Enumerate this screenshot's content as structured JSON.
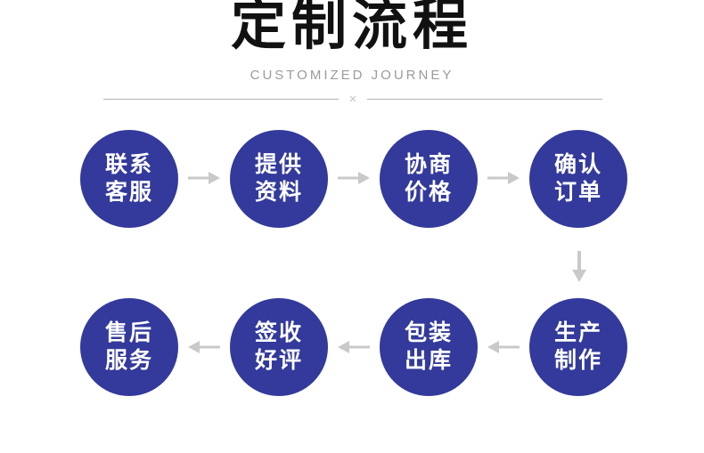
{
  "header": {
    "title": "定制流程",
    "subtitle": "CUSTOMIZED JOURNEY",
    "divider_mark": "×"
  },
  "colors": {
    "title": "#111111",
    "subtitle": "#9b9b9b",
    "divider": "#b3b3b3",
    "divider_mark": "#c2c2c2",
    "circle": "#333a9b",
    "circle_text": "#ffffff",
    "arrow": "#c9c9c9"
  },
  "flow": {
    "steps": [
      {
        "id": "contact-service",
        "line1": "联系",
        "line2": "客服"
      },
      {
        "id": "provide-materials",
        "line1": "提供",
        "line2": "资料"
      },
      {
        "id": "negotiate-price",
        "line1": "协商",
        "line2": "价格"
      },
      {
        "id": "confirm-order",
        "line1": "确认",
        "line2": "订单"
      },
      {
        "id": "production",
        "line1": "生产",
        "line2": "制作"
      },
      {
        "id": "pack-ship",
        "line1": "包装",
        "line2": "出库"
      },
      {
        "id": "sign-review",
        "line1": "签收",
        "line2": "好评"
      },
      {
        "id": "after-sales",
        "line1": "售后",
        "line2": "服务"
      }
    ]
  }
}
